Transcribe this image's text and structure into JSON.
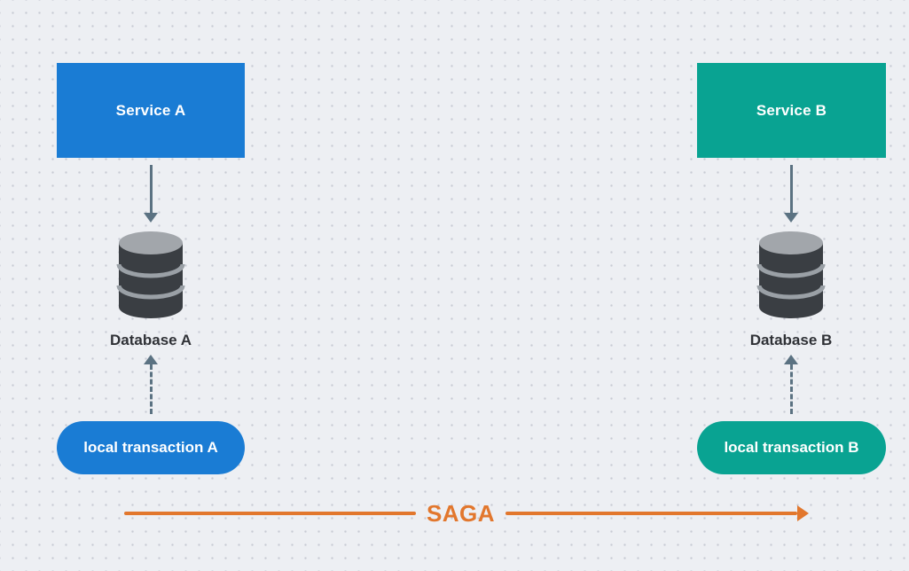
{
  "diagram": {
    "type": "saga-pattern-diagram",
    "nodes": {
      "service_a": {
        "label": "Service A",
        "color": "#1a7cd4",
        "shape": "rectangle"
      },
      "service_b": {
        "label": "Service B",
        "color": "#09a392",
        "shape": "rectangle"
      },
      "database_a": {
        "label": "Database A",
        "shape": "database-cylinder"
      },
      "database_b": {
        "label": "Database B",
        "shape": "database-cylinder"
      },
      "transaction_a": {
        "label": "local transaction A",
        "color": "#1a7cd4",
        "shape": "pill"
      },
      "transaction_b": {
        "label": "local transaction B",
        "color": "#09a392",
        "shape": "pill"
      }
    },
    "edges": [
      {
        "from": "service_a",
        "to": "database_a",
        "style": "solid",
        "direction": "down",
        "color": "#5b7282"
      },
      {
        "from": "service_b",
        "to": "database_b",
        "style": "solid",
        "direction": "down",
        "color": "#5b7282"
      },
      {
        "from": "transaction_a",
        "to": "database_a",
        "style": "dashed",
        "direction": "up",
        "color": "#5b7282"
      },
      {
        "from": "transaction_b",
        "to": "database_b",
        "style": "dashed",
        "direction": "up",
        "color": "#5b7282"
      }
    ],
    "saga": {
      "label": "SAGA",
      "color": "#e2772d",
      "direction": "left-to-right"
    },
    "background": {
      "color": "#edeff3",
      "pattern": "dot-grid",
      "dot_color": "#c7cbd4"
    }
  }
}
